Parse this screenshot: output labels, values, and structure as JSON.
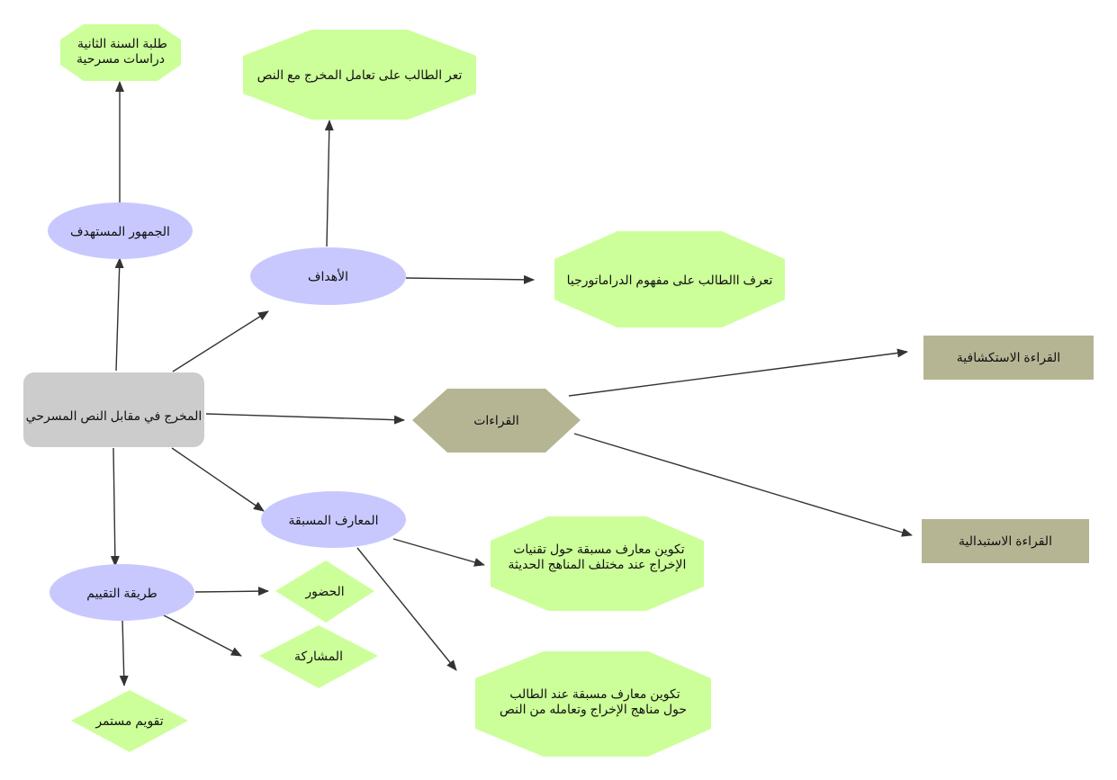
{
  "colors": {
    "root_fill": "#cccccc",
    "ellipse_fill": "#c8c8ff",
    "leaf_fill": "#ccff99",
    "reading_fill": "#b5b594",
    "edge": "#333333"
  },
  "nodes": {
    "root": {
      "lines": [
        "المخرج في مقابل النص المسرحي"
      ]
    },
    "audience": {
      "lines": [
        "الجمهور المستهدف"
      ]
    },
    "students": {
      "lines": [
        "طلبة السنة الثانية",
        "دراسات مسرحية"
      ]
    },
    "goals": {
      "lines": [
        "الأهداف"
      ]
    },
    "goal1": {
      "lines": [
        "تعر الطالب على تعامل المخرج مع النص"
      ]
    },
    "goal2": {
      "lines": [
        "تعرف االطالب على مفهوم الدراماتورجيا"
      ]
    },
    "readings": {
      "lines": [
        "القراءات"
      ]
    },
    "reading_exploratory": {
      "lines": [
        "القراءة الاستكشافية"
      ]
    },
    "reading_substitutive": {
      "lines": [
        "القراءة الاستبدالية"
      ]
    },
    "prior_knowledge": {
      "lines": [
        "المعارف المسبقة"
      ]
    },
    "knowledge1": {
      "lines": [
        "تكوين معارف مسبقة حول تقنيات",
        "الإخراج عند مختلف المناهج الحديثة"
      ]
    },
    "knowledge2": {
      "lines": [
        "تكوين معارف مسبقة عند الطالب",
        "حول مناهج الإخراج وتعامله من النص"
      ]
    },
    "evaluation": {
      "lines": [
        "طريقة التقييم"
      ]
    },
    "attendance": {
      "lines": [
        "الحضور"
      ]
    },
    "participation": {
      "lines": [
        "المشاركة"
      ]
    },
    "continuous": {
      "lines": [
        "تقويم مستمر"
      ]
    }
  }
}
